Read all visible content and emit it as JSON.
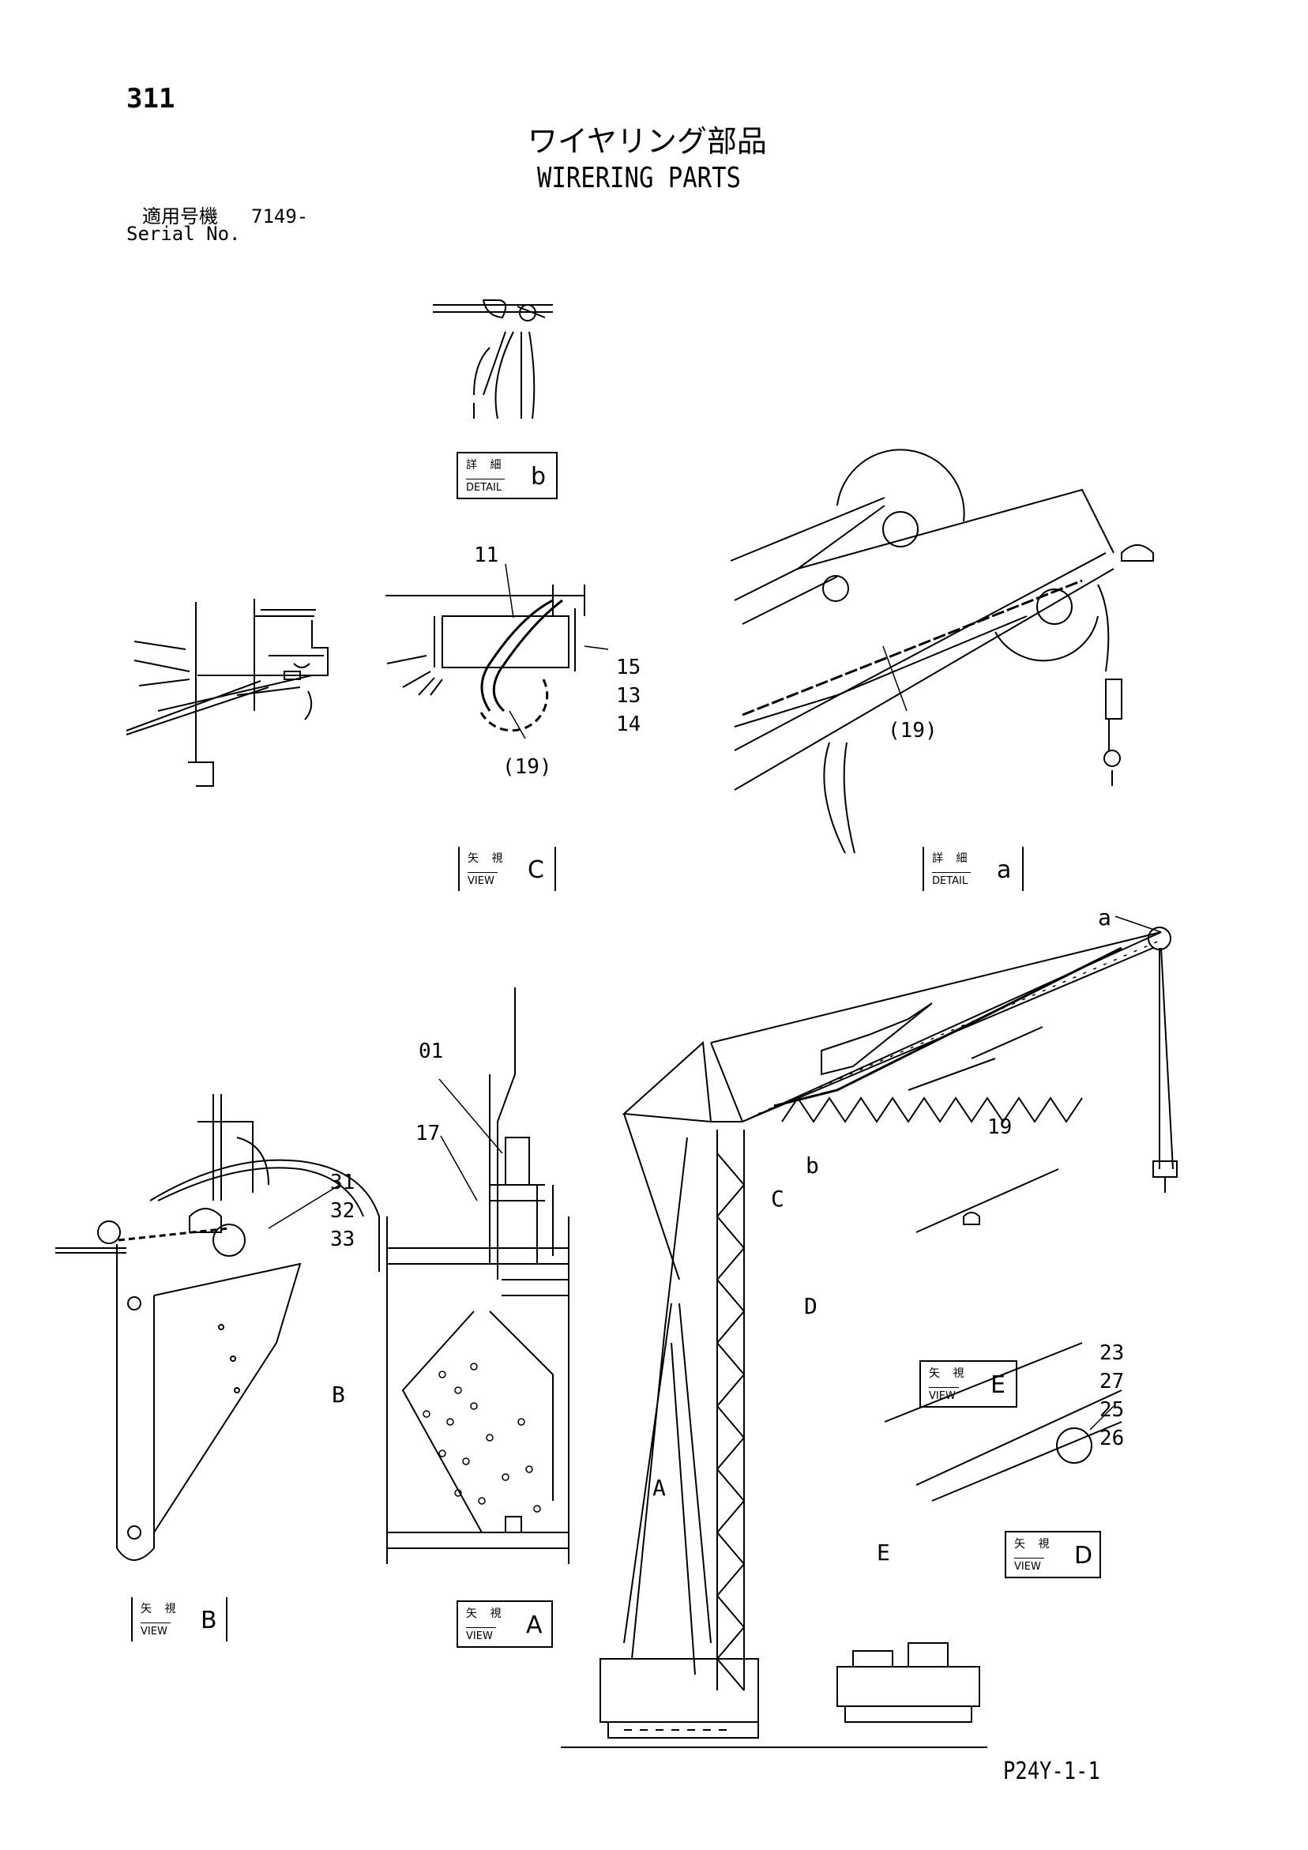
{
  "header": {
    "page_number": "311",
    "title_jp": "ワイヤリング部品",
    "title_en": "WIRERING PARTS",
    "serial_label_jp": "適用号機",
    "serial_value": "7149-",
    "serial_label_en": "Serial No."
  },
  "views": {
    "detail_b": {
      "jp": "詳 細",
      "en": "DETAIL",
      "letter": "b"
    },
    "view_c": {
      "jp": "矢 視",
      "en": "VIEW",
      "letter": "C"
    },
    "detail_a": {
      "jp": "詳 細",
      "en": "DETAIL",
      "letter": "a"
    },
    "view_b": {
      "jp": "矢 視",
      "en": "VIEW",
      "letter": "B"
    },
    "view_a": {
      "jp": "矢 視",
      "en": "VIEW",
      "letter": "A"
    },
    "view_e": {
      "jp": "矢 視",
      "en": "VIEW",
      "letter": "E"
    },
    "view_d": {
      "jp": "矢 視",
      "en": "VIEW",
      "letter": "D"
    }
  },
  "callouts": {
    "c11": "11",
    "c15": "15",
    "c13": "13",
    "c14": "14",
    "c19a": "(19)",
    "c19b": "(19)",
    "c_a": "a",
    "c19": "19",
    "c_b": "b",
    "c01": "01",
    "c17": "17",
    "c31": "31",
    "c32": "32",
    "c33": "33",
    "c23": "23",
    "c27": "27",
    "c25": "25",
    "c26": "26",
    "arr_c": "C",
    "arr_d": "D",
    "arr_b": "B",
    "arr_a": "A",
    "arr_e": "E"
  },
  "footer": "P24Y-1-1"
}
